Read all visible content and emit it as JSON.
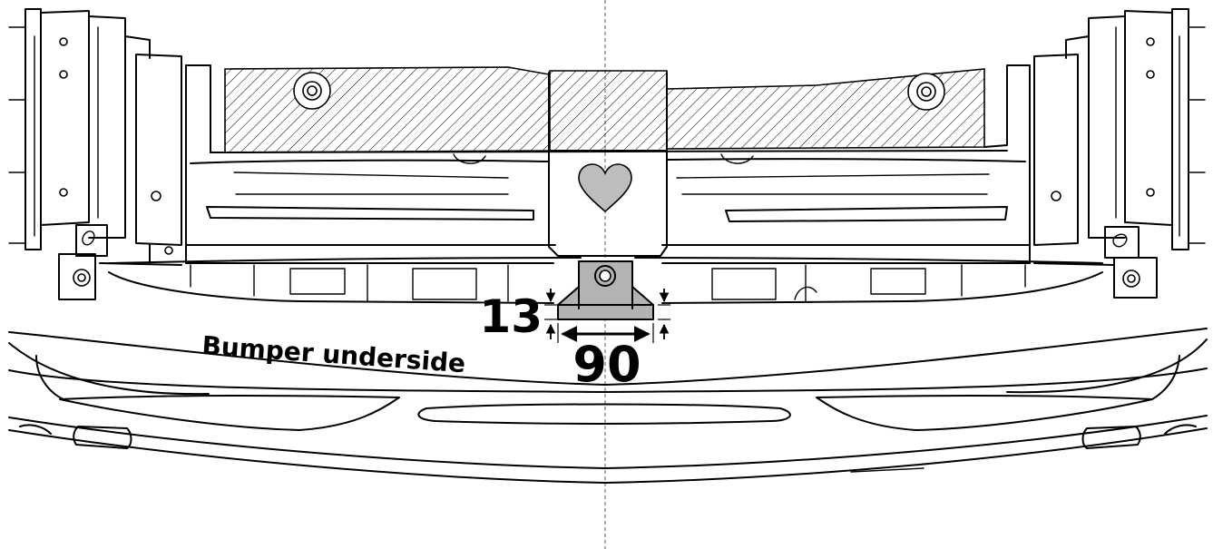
{
  "labels": {
    "part_name": "Bumper underside",
    "dim_height": "13",
    "dim_width": "90"
  },
  "colors": {
    "line": "#000000",
    "mount_fill": "#b3b3b3",
    "heart_fill": "#bdbdbd",
    "background": "#ffffff"
  },
  "icons": {
    "center_marker": "heart-icon"
  }
}
